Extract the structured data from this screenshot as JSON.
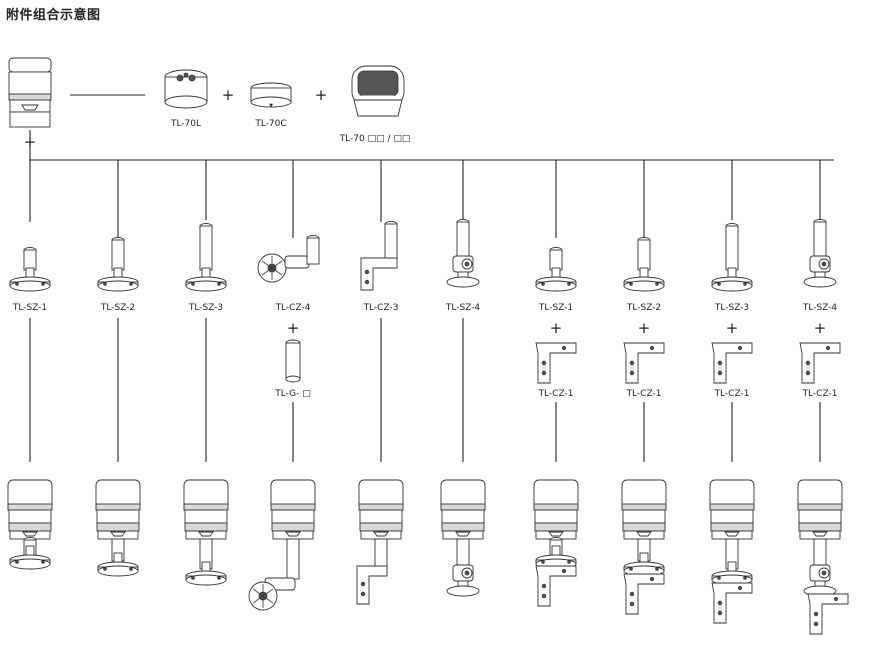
{
  "title": "附件组合示意图",
  "top_parts": {
    "base_label": "TL-70L",
    "cap_label": "TL-70C",
    "module_label": "TL-70 □□ / □□",
    "plus": "+"
  },
  "columns": [
    {
      "label": "TL-SZ-1",
      "kind": "sz1"
    },
    {
      "label": "TL-SZ-2",
      "kind": "sz2"
    },
    {
      "label": "TL-SZ-3",
      "kind": "sz3"
    },
    {
      "label": "TL-CZ-4",
      "kind": "cz4",
      "sub_label": "TL-G- □"
    },
    {
      "label": "TL-CZ-3",
      "kind": "cz3"
    },
    {
      "label": "TL-SZ-4",
      "kind": "sz4"
    },
    {
      "label": "TL-SZ-1",
      "kind": "sz1",
      "sub_label": "TL-CZ-1"
    },
    {
      "label": "TL-SZ-2",
      "kind": "sz2",
      "sub_label": "TL-CZ-1"
    },
    {
      "label": "TL-SZ-3",
      "kind": "sz3",
      "sub_label": "TL-CZ-1"
    },
    {
      "label": "TL-SZ-4",
      "kind": "sz4",
      "sub_label": "TL-CZ-1"
    }
  ]
}
